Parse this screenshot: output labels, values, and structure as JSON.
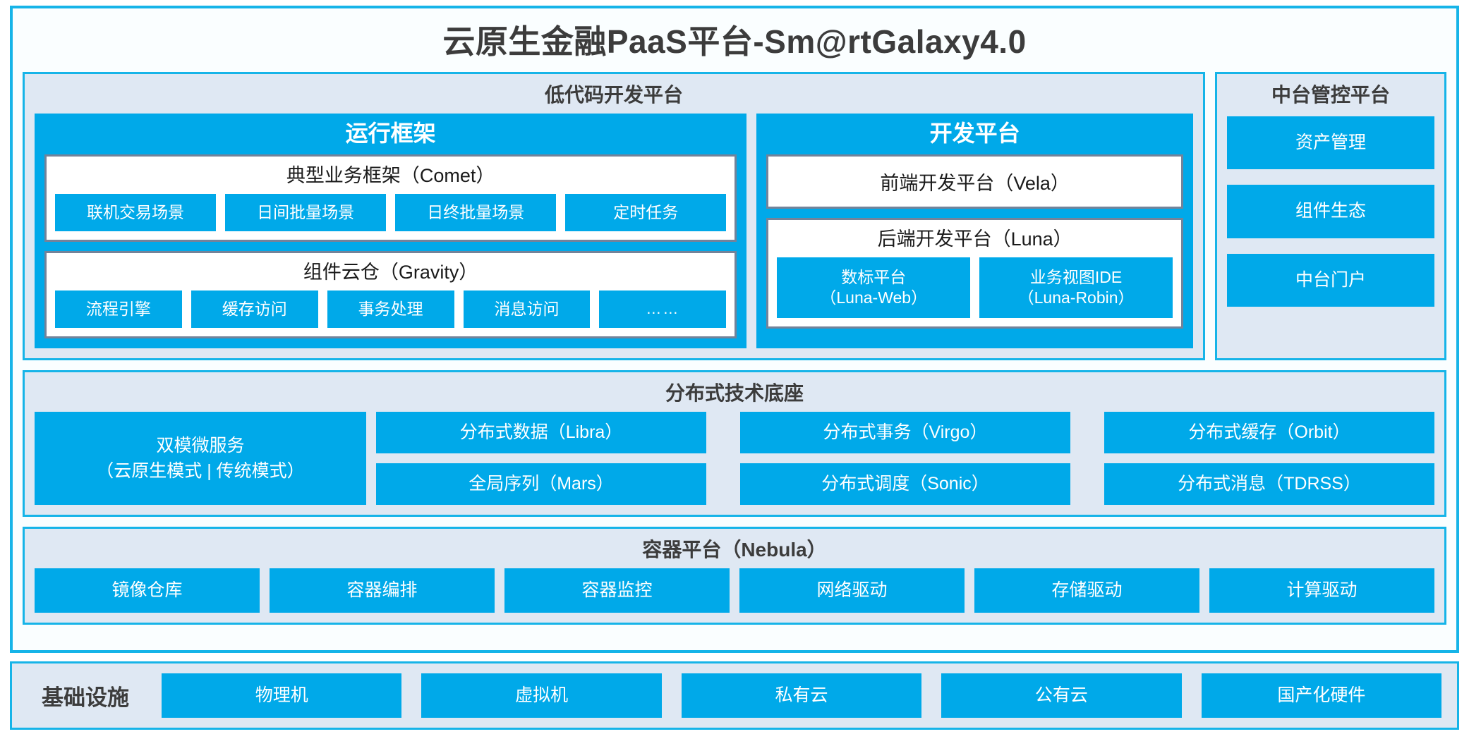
{
  "diagram": {
    "title": "云原生金融PaaS平台-Sm@rtGalaxy4.0",
    "colors": {
      "accent_blue": "#00a9e9",
      "border_cyan": "#16b4e8",
      "panel_fill": "#dfe8f3",
      "inner_border_gray": "#73839a",
      "text_dark": "#3c3c3c"
    }
  },
  "lowcode": {
    "title": "低代码开发平台",
    "runtime": {
      "title": "运行框架",
      "comet": {
        "title": "典型业务框架（Comet）",
        "items": [
          "联机交易场景",
          "日间批量场景",
          "日终批量场景",
          "定时任务"
        ]
      },
      "gravity": {
        "title": "组件云仓（Gravity）",
        "items": [
          "流程引擎",
          "缓存访问",
          "事务处理",
          "消息访问",
          "……"
        ]
      }
    },
    "devplatform": {
      "title": "开发平台",
      "vela": "前端开发平台（Vela）",
      "luna": {
        "title": "后端开发平台（Luna）",
        "items": [
          {
            "name": "数标平台",
            "code": "（Luna-Web）"
          },
          {
            "name": "业务视图IDE",
            "code": "（Luna-Robin）"
          }
        ]
      }
    }
  },
  "midplatform": {
    "title": "中台管控平台",
    "items": [
      "资产管理",
      "组件生态",
      "中台门户"
    ]
  },
  "foundation": {
    "title": "分布式技术底座",
    "microservice": {
      "name": "双模微服务",
      "modes": "（云原生模式 | 传统模式）"
    },
    "items": [
      "分布式数据（Libra）",
      "分布式事务（Virgo）",
      "分布式缓存（Orbit）",
      "全局序列（Mars）",
      "分布式调度（Sonic）",
      "分布式消息（TDRSS）"
    ]
  },
  "container": {
    "title": "容器平台（Nebula）",
    "items": [
      "镜像仓库",
      "容器编排",
      "容器监控",
      "网络驱动",
      "存储驱动",
      "计算驱动"
    ]
  },
  "infrastructure": {
    "label": "基础设施",
    "items": [
      "物理机",
      "虚拟机",
      "私有云",
      "公有云",
      "国产化硬件"
    ]
  }
}
